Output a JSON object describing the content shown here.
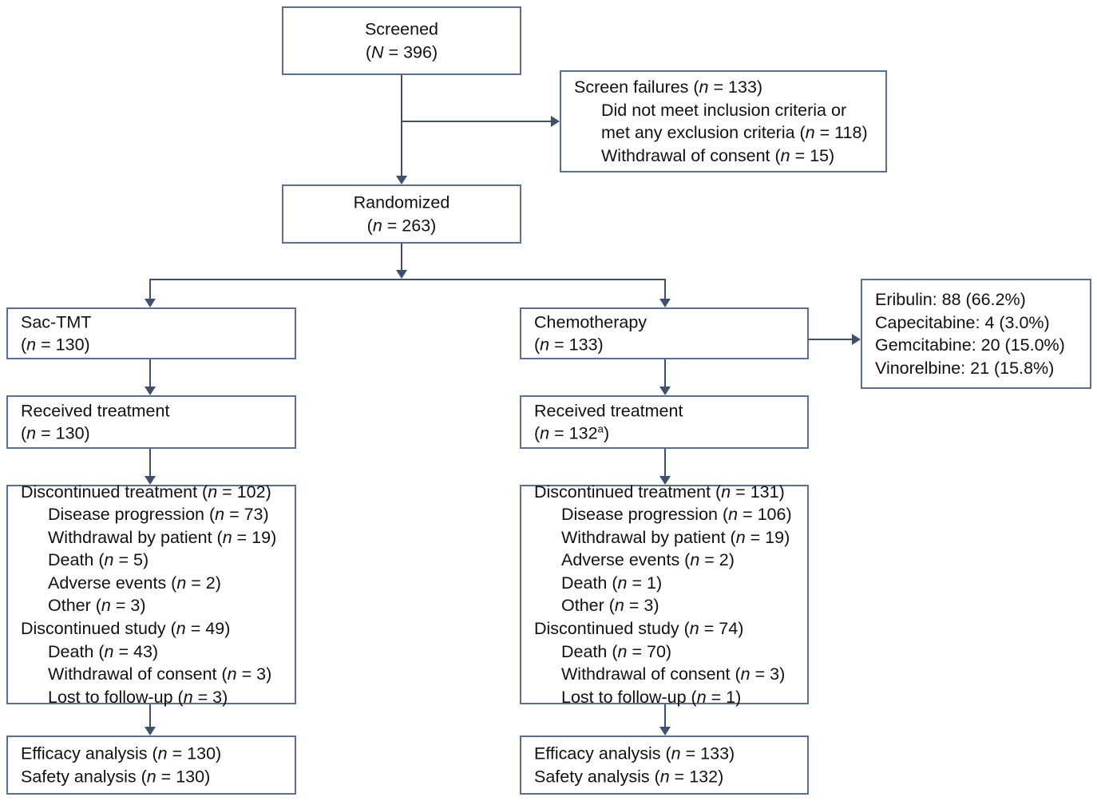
{
  "diagram": {
    "title": "CONSORT participant flow diagram",
    "colors": {
      "box_border": "#5d6f8f",
      "connector": "#3f4f6d",
      "text": "#111111",
      "background": "#ffffff"
    },
    "nodes": {
      "screened": {
        "label": "Screened",
        "count_line": "(N = 396)",
        "n_symbol": "N",
        "n_value": "396"
      },
      "screen_failures": {
        "heading": "Screen failures (n = 133)",
        "heading_text": "Screen failures",
        "heading_n": "133",
        "items": [
          "Did not meet inclusion criteria or",
          "met any exclusion criteria (n = 118)",
          "Withdrawal of consent (n = 15)"
        ]
      },
      "randomized": {
        "label": "Randomized",
        "count_line": "(n = 263)",
        "n_symbol": "n",
        "n_value": "263"
      },
      "sac_tmt_arm": {
        "label": "Sac-TMT",
        "count_line": "(n = 130)",
        "n_value": "130"
      },
      "chemo_arm": {
        "label": "Chemotherapy",
        "count_line": "(n = 133)",
        "n_value": "133"
      },
      "chemo_breakdown": {
        "items": [
          "Eribulin: 88 (66.2%)",
          "Capecitabine: 4 (3.0%)",
          "Gemcitabine: 20 (15.0%)",
          "Vinorelbine: 21 (15.8%)"
        ],
        "drugs": [
          {
            "name": "Eribulin",
            "count": 88,
            "percent": 66.2
          },
          {
            "name": "Capecitabine",
            "count": 4,
            "percent": 3.0
          },
          {
            "name": "Gemcitabine",
            "count": 20,
            "percent": 15.0
          },
          {
            "name": "Vinorelbine",
            "count": 21,
            "percent": 15.8
          }
        ]
      },
      "sac_tmt_received": {
        "label": "Received treatment",
        "count_line": "(n = 130)",
        "n_value": "130"
      },
      "chemo_received": {
        "label": "Received treatment",
        "count_prefix": "(n = 132",
        "count_superscript": "a",
        "count_suffix": ")",
        "n_value": "132",
        "footnote_marker": "a"
      },
      "sac_tmt_discontinued": {
        "treatment_heading": "Discontinued treatment (n = 102)",
        "treatment_n": "102",
        "treatment_reasons": [
          "Disease progression (n = 73)",
          "Withdrawal by patient (n = 19)",
          "Death (n = 5)",
          "Adverse events (n = 2)",
          "Other (n = 3)"
        ],
        "study_heading": "Discontinued study (n = 49)",
        "study_n": "49",
        "study_reasons": [
          "Death (n = 43)",
          "Withdrawal of consent (n = 3)",
          "Lost to follow-up (n = 3)"
        ]
      },
      "chemo_discontinued": {
        "treatment_heading": "Discontinued treatment (n = 131)",
        "treatment_n": "131",
        "treatment_reasons": [
          "Disease progression (n = 106)",
          "Withdrawal by patient (n = 19)",
          "Adverse events (n = 2)",
          "Death (n = 1)",
          "Other (n = 3)"
        ],
        "study_heading": "Discontinued study (n = 74)",
        "study_n": "74",
        "study_reasons": [
          "Death (n = 70)",
          "Withdrawal of consent (n = 3)",
          "Lost to follow-up (n = 1)"
        ]
      },
      "sac_tmt_analysis": {
        "lines": [
          "Efficacy analysis (n = 130)",
          "Safety analysis (n = 130)"
        ],
        "efficacy_n": "130",
        "safety_n": "130"
      },
      "chemo_analysis": {
        "lines": [
          "Efficacy analysis (n = 133)",
          "Safety analysis (n = 132)"
        ],
        "efficacy_n": "133",
        "safety_n": "132"
      }
    }
  }
}
